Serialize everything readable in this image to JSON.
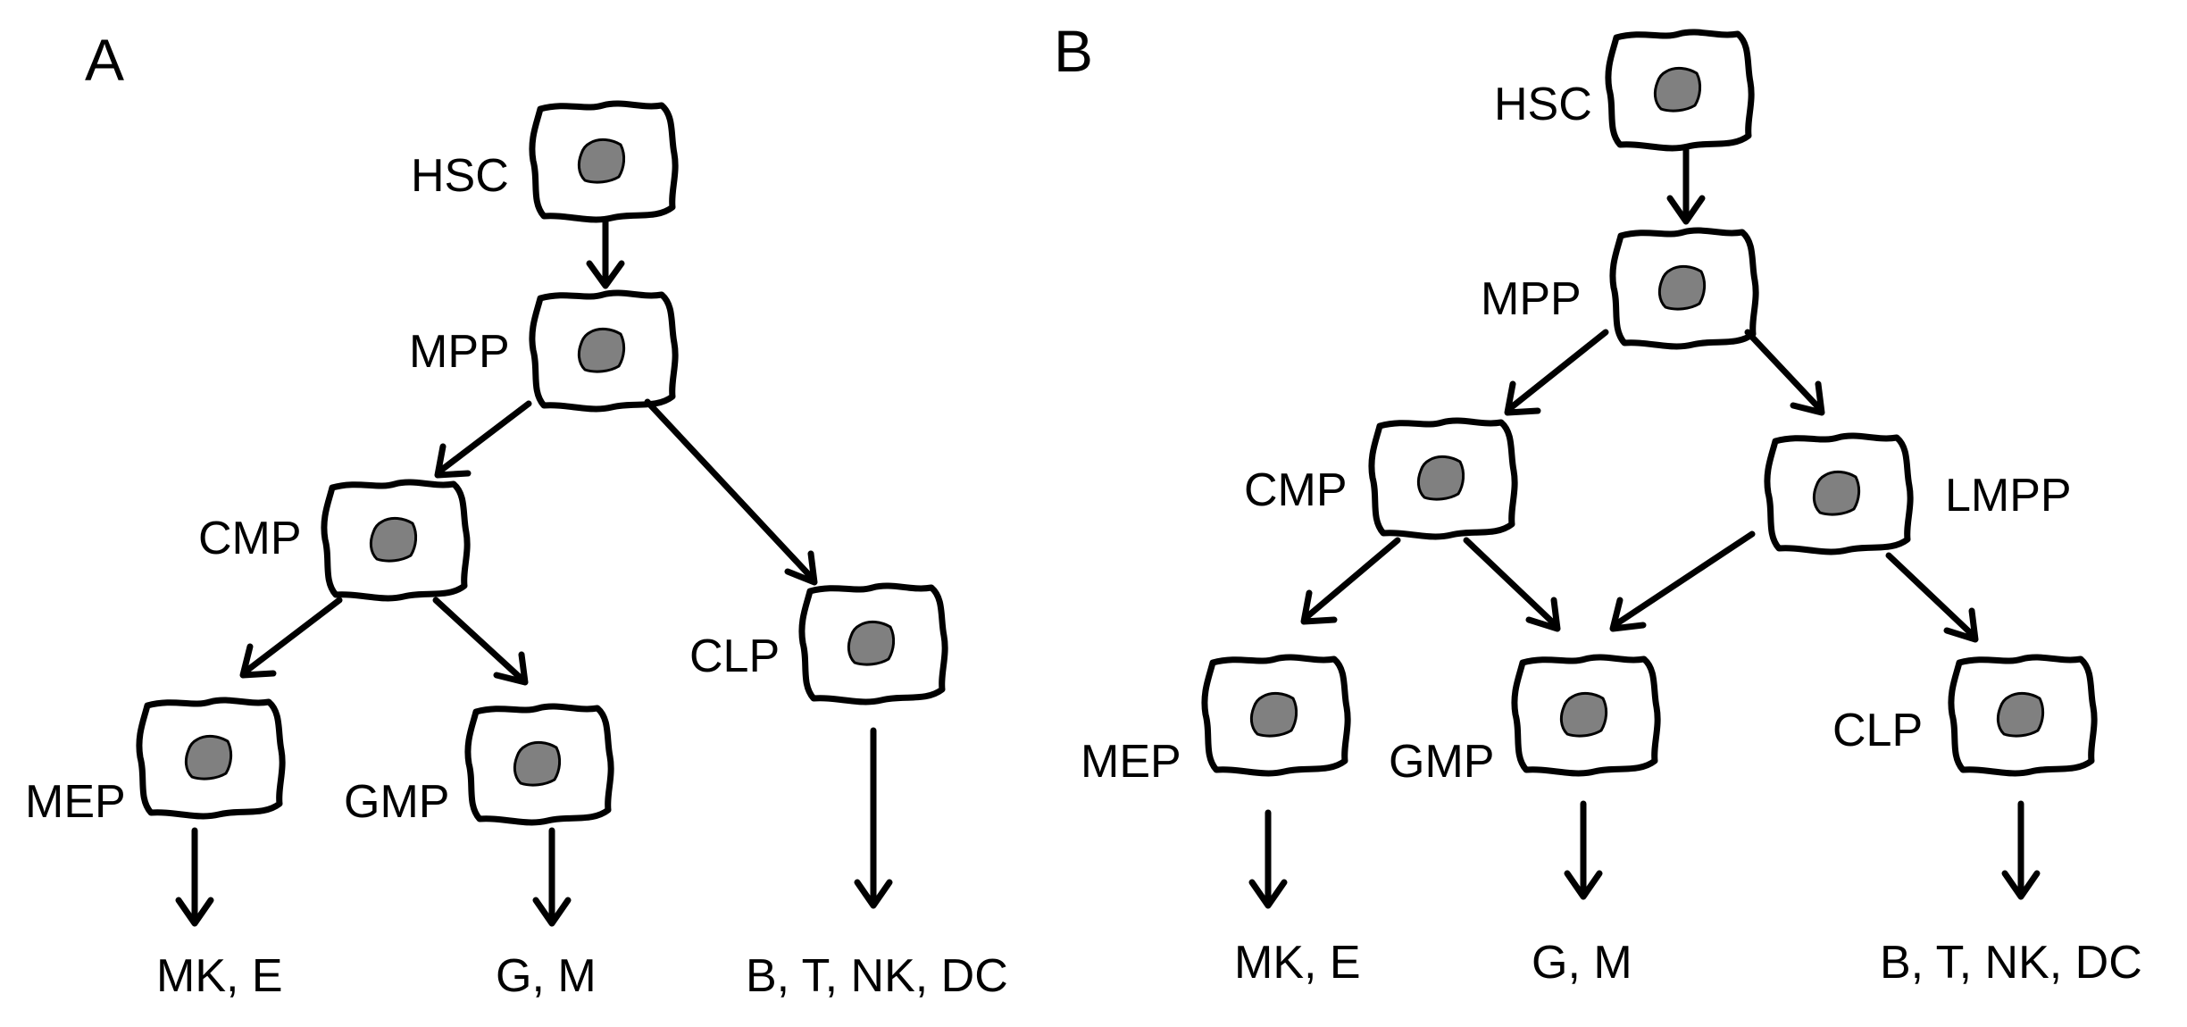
{
  "panels": [
    {
      "label": "A",
      "nodes": [
        {
          "id": "HSC",
          "text": "HSC"
        },
        {
          "id": "MPP",
          "text": "MPP"
        },
        {
          "id": "CMP",
          "text": "CMP"
        },
        {
          "id": "CLP",
          "text": "CLP"
        },
        {
          "id": "MEP",
          "text": "MEP"
        },
        {
          "id": "GMP",
          "text": "GMP"
        }
      ],
      "outputs": [
        "MK, E",
        "G, M",
        "B, T, NK, DC"
      ]
    },
    {
      "label": "B",
      "nodes": [
        {
          "id": "HSC",
          "text": "HSC"
        },
        {
          "id": "MPP",
          "text": "MPP"
        },
        {
          "id": "CMP",
          "text": "CMP"
        },
        {
          "id": "LMPP",
          "text": "LMPP"
        },
        {
          "id": "MEP",
          "text": "MEP"
        },
        {
          "id": "GMP",
          "text": "GMP"
        },
        {
          "id": "CLP",
          "text": "CLP"
        }
      ],
      "outputs": [
        "MK, E",
        "G, M",
        "B, T, NK, DC"
      ]
    }
  ]
}
